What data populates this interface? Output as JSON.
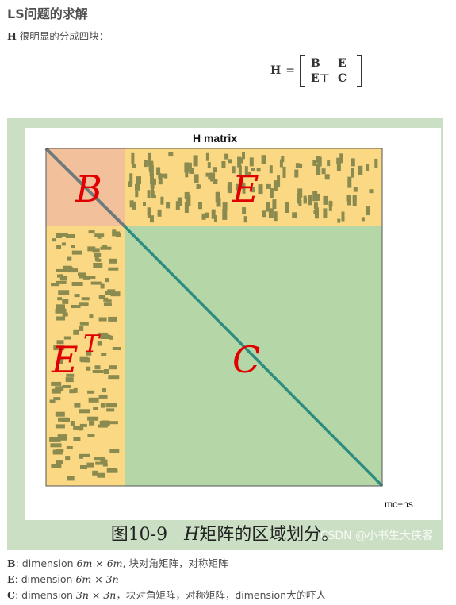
{
  "heading": "LS问题的求解",
  "intro": {
    "symbol": "H",
    "text": "很明显的分成四块："
  },
  "equation": {
    "lhs": "H",
    "equals": "=",
    "matrix": [
      [
        "B",
        "E"
      ],
      [
        "E⊤",
        "C"
      ]
    ]
  },
  "figure": {
    "plot_title": "H matrix",
    "block_labels": {
      "B": "B",
      "E": "E",
      "ET_base": "E",
      "ET_sup": "T",
      "C": "C"
    },
    "x_label": "mc+ns",
    "caption_prefix": "图10-9",
    "caption_italic": "H",
    "caption_rest": "矩阵的区域划分。",
    "watermark": "CSDN @小书生大侠客",
    "colors": {
      "B": "#f3c09c",
      "E": "#fbd984",
      "C": "#b5d6a7",
      "sparse": "#8b8b50",
      "diag_B": "#6e7a7c",
      "diag_C": "#2e8c80",
      "label": "#e00000"
    }
  },
  "lines": [
    {
      "sym": "B",
      "pre": ": dimension ",
      "math": "6m × 6m",
      "post": ", 块对角矩阵，对称矩阵"
    },
    {
      "sym": "E",
      "pre": ": dimension ",
      "math": "6m × 3n",
      "post": ""
    },
    {
      "sym": "C",
      "pre": ": dimension ",
      "math": "3n × 3n",
      "post": "，块对角矩阵，对称矩阵，dimension大的吓人"
    }
  ]
}
